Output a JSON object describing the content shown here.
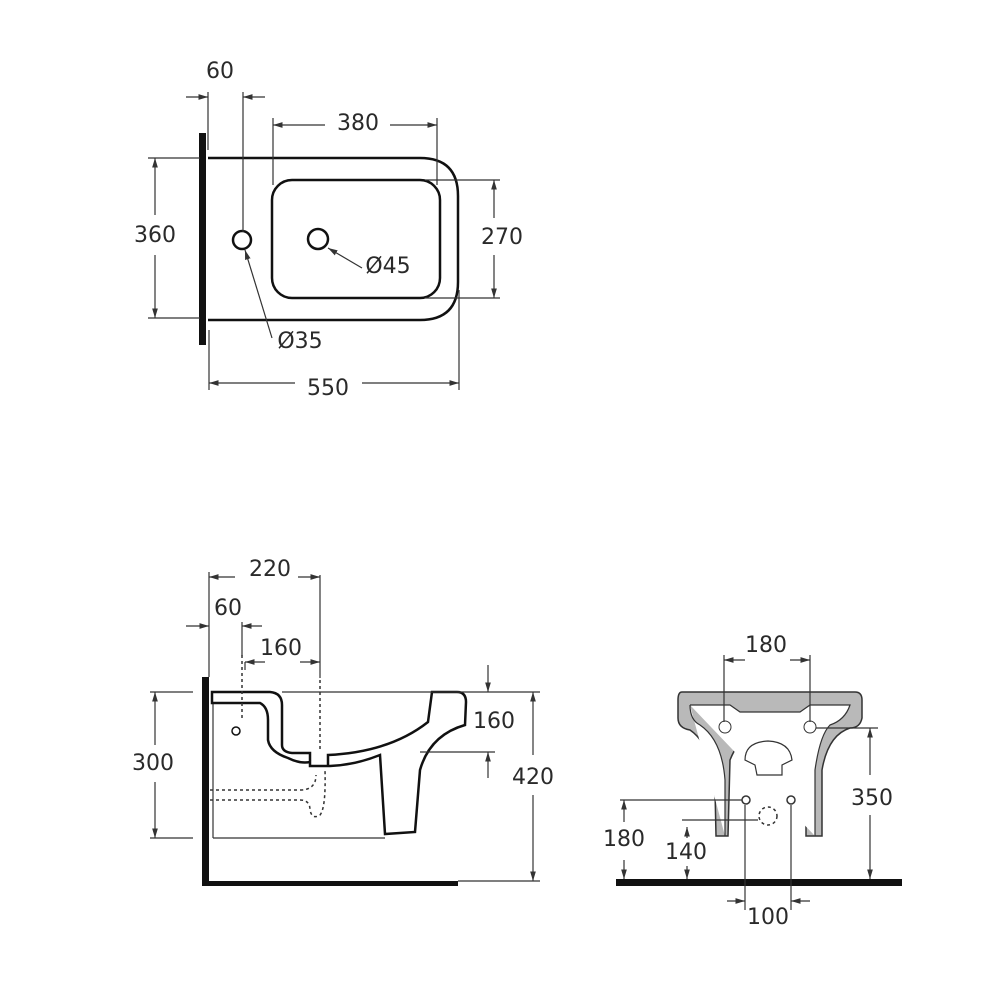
{
  "top_view": {
    "dim_wall_to_tap_hole": "60",
    "dim_bowl_length": "380",
    "dim_width": "360",
    "dim_bowl_width": "270",
    "dim_drain_diameter": "Ø45",
    "dim_tap_hole_diameter": "Ø35",
    "dim_length": "550"
  },
  "side_view": {
    "dim_wall_to_drain": "220",
    "dim_wall_to_tap_hole": "60",
    "dim_tap_to_drain": "160",
    "dim_fixing_height": "300",
    "dim_bowl_depth": "160",
    "dim_rim_height": "420"
  },
  "rear_view": {
    "dim_fixing_spacing": "180",
    "dim_fixing_height": "350",
    "dim_water_inlet_height": "180",
    "dim_waste_height": "140",
    "dim_inlet_spacing": "100"
  },
  "colors": {
    "line": "#111111",
    "ceramic_section": "#b9b9b9"
  }
}
